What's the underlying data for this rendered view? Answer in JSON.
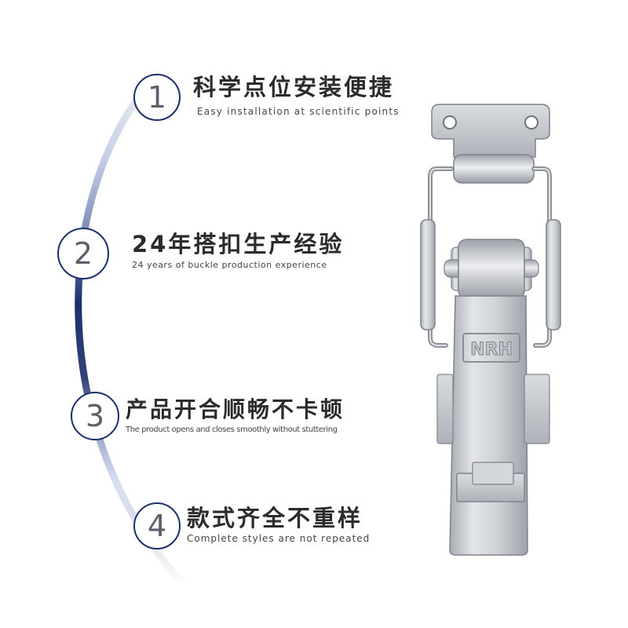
{
  "features": [
    {
      "number": "1",
      "title": "科学点位安装便捷",
      "subtitle": "Easy installation at scientific points"
    },
    {
      "number": "2",
      "title": "24年搭扣生产经验",
      "subtitle": "24 years of buckle production experience"
    },
    {
      "number": "3",
      "title": "产品开合顺畅不卡顿",
      "subtitle": "The product opens and closes smoothly without stuttering"
    },
    {
      "number": "4",
      "title": "款式齐全不重样",
      "subtitle": "Complete styles are not repeated"
    }
  ],
  "product": {
    "name": "toggle-latch-hasp",
    "logo_text": "NRH"
  },
  "colors": {
    "accent": "#1c2f6b",
    "text": "#2b2b2b",
    "number": "#5a5f6a",
    "metal": "#c9ccd1"
  }
}
